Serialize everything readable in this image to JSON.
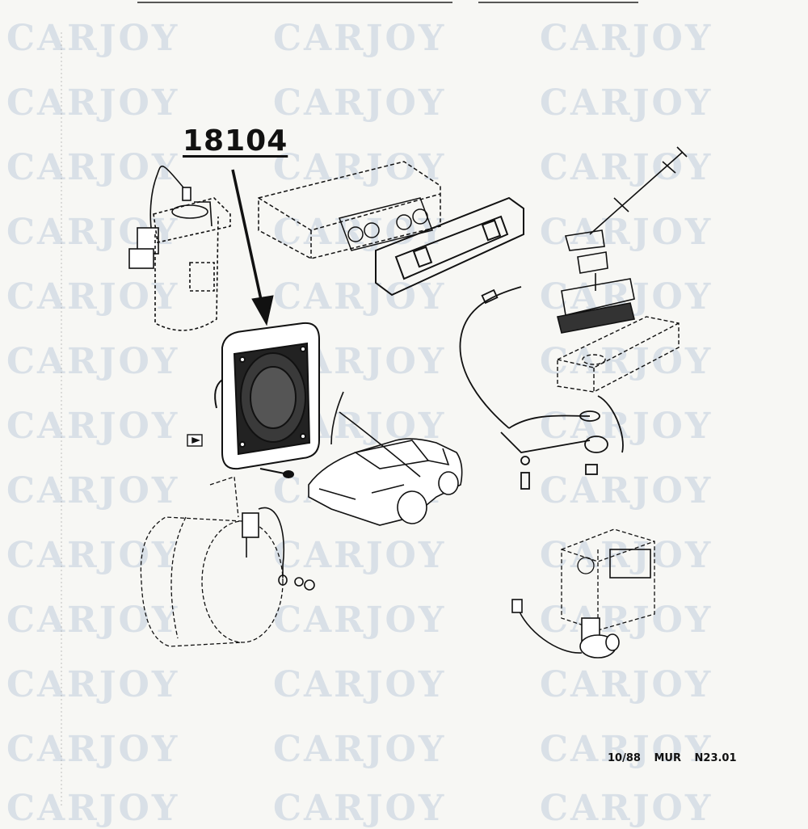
{
  "callout": {
    "part_number": "18104"
  },
  "footer": {
    "date": "10/88",
    "model": "MUR",
    "sheet": "N23.01"
  },
  "watermark": {
    "text": "CARJOY"
  }
}
